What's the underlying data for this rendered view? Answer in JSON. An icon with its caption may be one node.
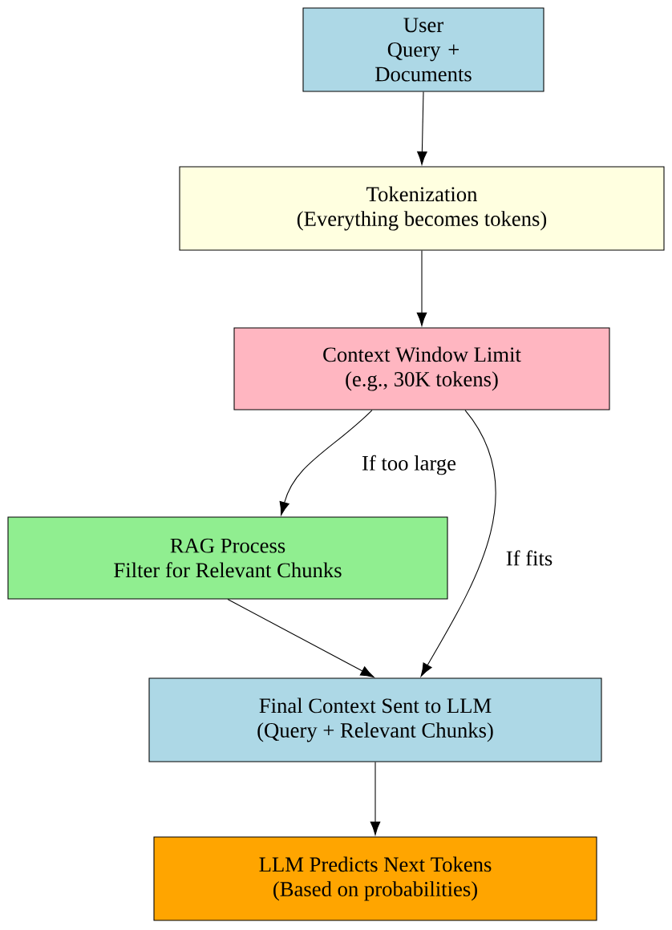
{
  "diagram": {
    "nodes": [
      {
        "text": [
          "User Query + Documents"
        ]
      },
      {
        "text": [
          "Tokenization",
          "(Everything becomes tokens)"
        ]
      },
      {
        "text": [
          "Context Window Limit",
          "(e.g., 30K tokens)"
        ]
      },
      {
        "text": [
          "RAG Process",
          "Filter for Relevant Chunks"
        ]
      },
      {
        "text": [
          "Final Context Sent to LLM",
          "(Query + Relevant Chunks)"
        ]
      },
      {
        "text": [
          "LLM Predicts Next Tokens",
          "(Based on probabilities)"
        ]
      }
    ],
    "edges": [
      {
        "from": 0,
        "to": 1,
        "arrow": "to"
      },
      {
        "from": 1,
        "to": 2,
        "arrow": "to"
      },
      {
        "from": 2,
        "to": 3,
        "arrow": "to",
        "label": "If too large"
      },
      {
        "from": 2,
        "to": 4,
        "arrow": "to",
        "label": "If fits"
      },
      {
        "from": 3,
        "to": 4,
        "arrow": "to"
      },
      {
        "from": 4,
        "to": 5,
        "arrow": "to"
      }
    ]
  }
}
